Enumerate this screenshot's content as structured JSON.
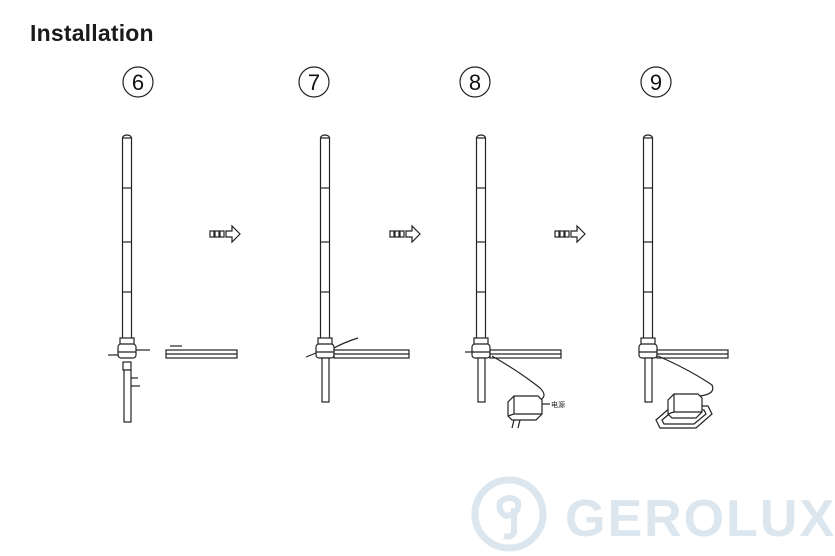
{
  "title": "Installation",
  "steps": [
    {
      "num": "6"
    },
    {
      "num": "7"
    },
    {
      "num": "8",
      "label": "电源"
    },
    {
      "num": "9"
    }
  ],
  "watermark": {
    "text": "GEROLUX",
    "color": "#dbe6ee"
  }
}
